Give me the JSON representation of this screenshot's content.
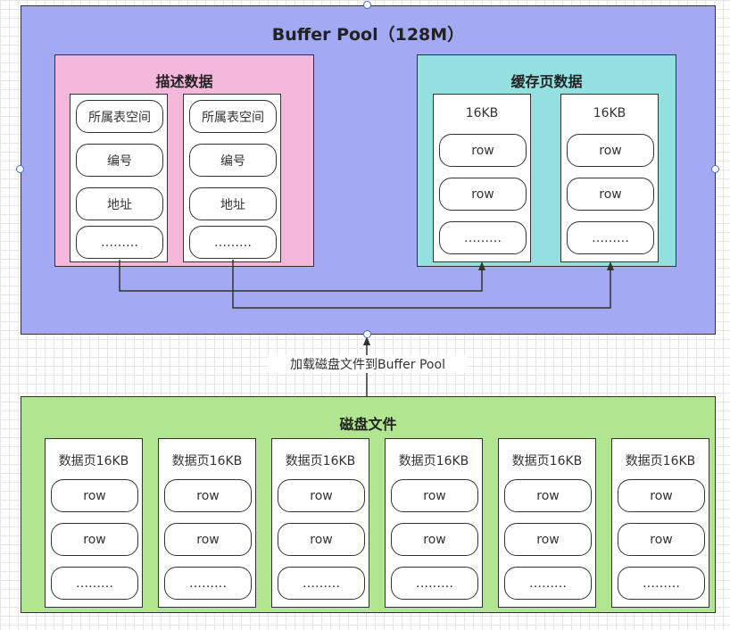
{
  "buffer_pool": {
    "title": "Buffer Pool（128M）"
  },
  "metadata": {
    "title": "描述数据",
    "columns": [
      {
        "items": [
          "所属表空间",
          "编号",
          "地址",
          "………"
        ]
      },
      {
        "items": [
          "所属表空间",
          "编号",
          "地址",
          "………"
        ]
      }
    ]
  },
  "cache_pages": {
    "title": "缓存页数据",
    "columns": [
      {
        "title": "16KB",
        "items": [
          "row",
          "row",
          "………"
        ]
      },
      {
        "title": "16KB",
        "items": [
          "row",
          "row",
          "………"
        ]
      }
    ]
  },
  "connector": {
    "label": "加载磁盘文件到Buffer Pool"
  },
  "disk": {
    "title": "磁盘文件",
    "pages": [
      {
        "title": "数据页16KB",
        "items": [
          "row",
          "row",
          "………"
        ]
      },
      {
        "title": "数据页16KB",
        "items": [
          "row",
          "row",
          "………"
        ]
      },
      {
        "title": "数据页16KB",
        "items": [
          "row",
          "row",
          "………"
        ]
      },
      {
        "title": "数据页16KB",
        "items": [
          "row",
          "row",
          "………"
        ]
      },
      {
        "title": "数据页16KB",
        "items": [
          "row",
          "row",
          "………"
        ]
      },
      {
        "title": "数据页16KB",
        "items": [
          "row",
          "row",
          "………"
        ]
      }
    ]
  }
}
